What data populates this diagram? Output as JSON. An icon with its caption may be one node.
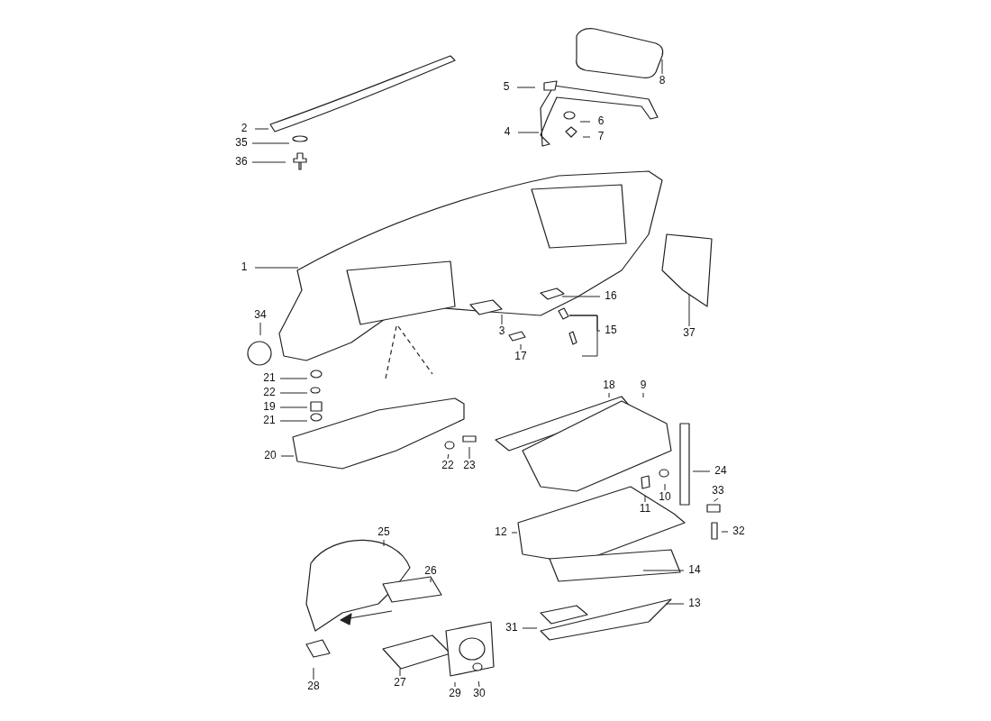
{
  "diagram": {
    "nodes": [
      {
        "text": [
          "8"
        ]
      },
      {
        "text": [
          "5"
        ]
      },
      {
        "text": [
          "2"
        ]
      },
      {
        "text": [
          "6"
        ]
      },
      {
        "text": [
          "4"
        ]
      },
      {
        "text": [
          "7"
        ]
      },
      {
        "text": [
          "35"
        ]
      },
      {
        "text": [
          "36"
        ]
      },
      {
        "text": [
          "1"
        ]
      },
      {
        "text": [
          "16"
        ]
      },
      {
        "text": [
          "34"
        ]
      },
      {
        "text": [
          "15"
        ]
      },
      {
        "text": [
          "3"
        ]
      },
      {
        "text": [
          "37"
        ]
      },
      {
        "text": [
          "17"
        ]
      },
      {
        "text": [
          "21"
        ]
      },
      {
        "text": [
          "22"
        ]
      },
      {
        "text": [
          "18"
        ]
      },
      {
        "text": [
          "9"
        ]
      },
      {
        "text": [
          "19"
        ]
      },
      {
        "text": [
          "21"
        ]
      },
      {
        "text": [
          "20"
        ]
      },
      {
        "text": [
          "22"
        ]
      },
      {
        "text": [
          "23"
        ]
      },
      {
        "text": [
          "24"
        ]
      },
      {
        "text": [
          "10"
        ]
      },
      {
        "text": [
          "33"
        ]
      },
      {
        "text": [
          "11"
        ]
      },
      {
        "text": [
          "32"
        ]
      },
      {
        "text": [
          "12"
        ]
      },
      {
        "text": [
          "25"
        ]
      },
      {
        "text": [
          "14"
        ]
      },
      {
        "text": [
          "26"
        ]
      },
      {
        "text": [
          "13"
        ]
      },
      {
        "text": [
          "31"
        ]
      },
      {
        "text": [
          "28"
        ]
      },
      {
        "text": [
          "27"
        ]
      },
      {
        "text": [
          "29"
        ]
      },
      {
        "text": [
          "30"
        ]
      }
    ],
    "edges": [
      {
        "from": 0,
        "to": null,
        "arrow": "none"
      },
      {
        "from": 1,
        "to": null,
        "arrow": "none"
      },
      {
        "from": 2,
        "to": null,
        "arrow": "none"
      },
      {
        "from": 3,
        "to": null,
        "arrow": "none"
      },
      {
        "from": 4,
        "to": null,
        "arrow": "none"
      },
      {
        "from": 5,
        "to": null,
        "arrow": "none"
      },
      {
        "from": 6,
        "to": null,
        "arrow": "none"
      },
      {
        "from": 7,
        "to": null,
        "arrow": "none"
      },
      {
        "from": 8,
        "to": null,
        "arrow": "none"
      },
      {
        "from": 9,
        "to": null,
        "arrow": "none"
      },
      {
        "from": 10,
        "to": null,
        "arrow": "none"
      },
      {
        "from": 11,
        "to": null,
        "arrow": "none"
      },
      {
        "from": 12,
        "to": null,
        "arrow": "none"
      },
      {
        "from": 13,
        "to": null,
        "arrow": "none"
      },
      {
        "from": 14,
        "to": null,
        "arrow": "none"
      },
      {
        "from": 15,
        "to": null,
        "arrow": "none"
      },
      {
        "from": 16,
        "to": null,
        "arrow": "none"
      },
      {
        "from": 17,
        "to": null,
        "arrow": "none"
      },
      {
        "from": 18,
        "to": null,
        "arrow": "none"
      },
      {
        "from": 19,
        "to": null,
        "arrow": "none"
      },
      {
        "from": 20,
        "to": null,
        "arrow": "none"
      },
      {
        "from": 21,
        "to": null,
        "arrow": "none"
      },
      {
        "from": 22,
        "to": null,
        "arrow": "none"
      },
      {
        "from": 23,
        "to": null,
        "arrow": "none"
      },
      {
        "from": 24,
        "to": null,
        "arrow": "none"
      },
      {
        "from": 25,
        "to": null,
        "arrow": "none"
      },
      {
        "from": 26,
        "to": null,
        "arrow": "none"
      },
      {
        "from": 27,
        "to": null,
        "arrow": "none"
      },
      {
        "from": 28,
        "to": null,
        "arrow": "none"
      },
      {
        "from": 29,
        "to": null,
        "arrow": "none"
      },
      {
        "from": 30,
        "to": null,
        "arrow": "none"
      },
      {
        "from": 31,
        "to": null,
        "arrow": "none"
      },
      {
        "from": 32,
        "to": null,
        "arrow": "none"
      },
      {
        "from": 33,
        "to": null,
        "arrow": "none"
      },
      {
        "from": 34,
        "to": null,
        "arrow": "none"
      },
      {
        "from": 35,
        "to": null,
        "arrow": "none"
      },
      {
        "from": 36,
        "to": null,
        "arrow": "none"
      },
      {
        "from": 37,
        "to": null,
        "arrow": "none"
      },
      {
        "from": 38,
        "to": null,
        "arrow": "none"
      }
    ]
  }
}
